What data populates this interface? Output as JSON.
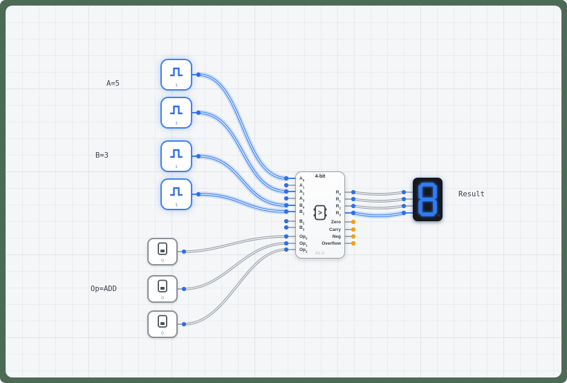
{
  "annotations": {
    "a": "A=5",
    "b": "B=3",
    "op": "Op=ADD",
    "result": "Result"
  },
  "pulse_inputs": [
    {
      "bit": "A0",
      "value": "1"
    },
    {
      "bit": "A2",
      "value": "1"
    },
    {
      "bit": "B0",
      "value": "1"
    },
    {
      "bit": "B1",
      "value": "1"
    }
  ],
  "op_buttons": [
    {
      "bit": "Op0",
      "value": "0"
    },
    {
      "bit": "Op1",
      "value": "0"
    },
    {
      "bit": "Op2",
      "value": "0"
    }
  ],
  "alu": {
    "title": "4-bit",
    "subtitle": "ALU",
    "icon_glyph": ">",
    "inputs": [
      {
        "base": "A",
        "sub": "0"
      },
      {
        "base": "A",
        "sub": "1"
      },
      {
        "base": "A",
        "sub": "2"
      },
      {
        "base": "A",
        "sub": "3"
      },
      {
        "base": "B",
        "sub": "0"
      },
      {
        "base": "B",
        "sub": "1"
      },
      {
        "base": "B",
        "sub": "2"
      },
      {
        "base": "B",
        "sub": "3"
      },
      {
        "base": "Op",
        "sub": "0"
      },
      {
        "base": "Op",
        "sub": "1"
      },
      {
        "base": "Op",
        "sub": "2"
      }
    ],
    "outputs": [
      {
        "base": "R",
        "sub": "0"
      },
      {
        "base": "R",
        "sub": "1"
      },
      {
        "base": "R",
        "sub": "2"
      },
      {
        "base": "R",
        "sub": "3"
      },
      {
        "base": "Zero",
        "sub": ""
      },
      {
        "base": "Carry",
        "sub": ""
      },
      {
        "base": "Neg",
        "sub": ""
      },
      {
        "base": "Overflow",
        "sub": ""
      }
    ]
  },
  "display": {
    "value": "8",
    "segments": "abcdefg"
  },
  "colors": {
    "frame": "#4b6b55",
    "canvas-bg": "#f5f6f7",
    "wire-active": "#3b82f6",
    "wire-idle": "#9aa1ab",
    "pin-dot": "#2f6fe8",
    "pin-unconnected": "#f59e0b",
    "block-active-border": "#3b82f6",
    "block-idle-border": "#8b9198",
    "display-bg": "#16191e",
    "segment-on": "#2f7df6",
    "label-text": "#3d434b"
  }
}
